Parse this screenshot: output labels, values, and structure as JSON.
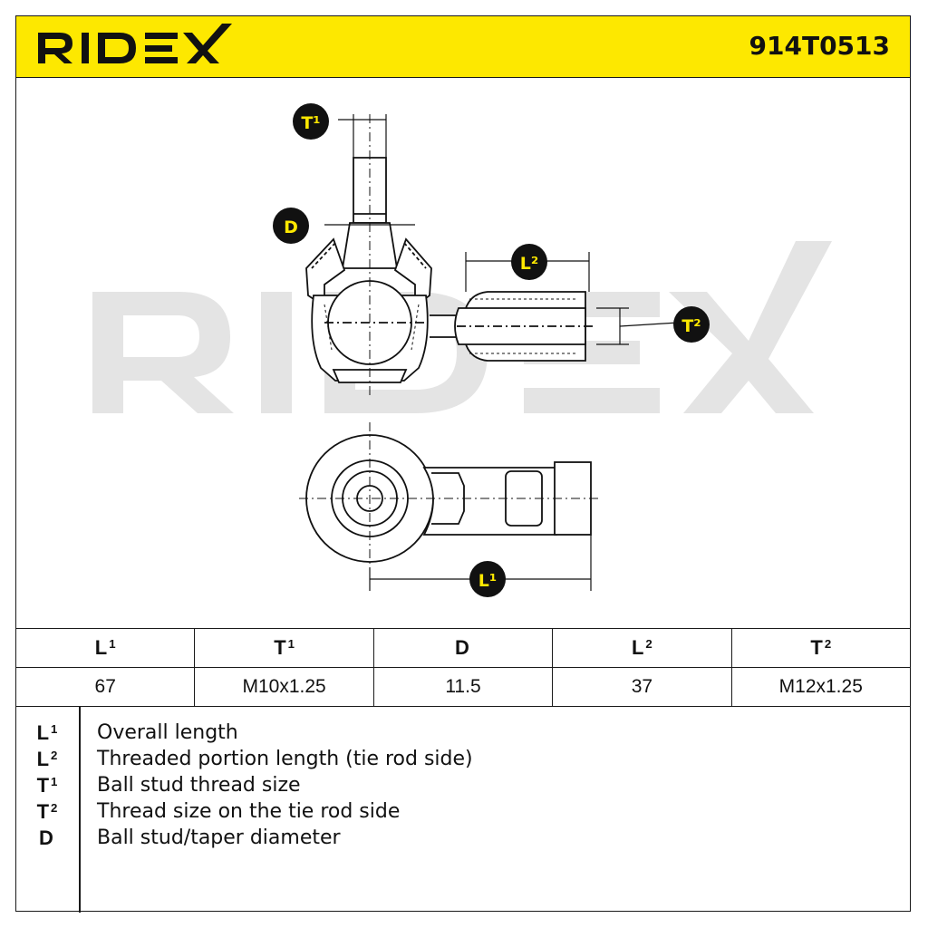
{
  "header": {
    "brand": "RIDEX",
    "part_number": "914T0513",
    "color": "#fde800"
  },
  "drawing": {
    "watermark": "RIDEX",
    "labels": {
      "t1": "T¹",
      "d": "D",
      "l2": "L²",
      "t2": "T²",
      "l1": "L¹"
    }
  },
  "dimensions_table": {
    "headers": [
      {
        "sym": "L",
        "sup": "1"
      },
      {
        "sym": "T",
        "sup": "1"
      },
      {
        "sym": "D",
        "sup": ""
      },
      {
        "sym": "L",
        "sup": "2"
      },
      {
        "sym": "T",
        "sup": "2"
      }
    ],
    "values": [
      "67",
      "M10x1.25",
      "11.5",
      "37",
      "M12x1.25"
    ]
  },
  "legend": [
    {
      "sym": "L",
      "sup": "1",
      "text": "Overall length"
    },
    {
      "sym": "L",
      "sup": "2",
      "text": "Threaded portion length (tie rod side)"
    },
    {
      "sym": "T",
      "sup": "1",
      "text": "Ball stud thread size"
    },
    {
      "sym": "T",
      "sup": "2",
      "text": "Thread size on the tie rod side"
    },
    {
      "sym": "D",
      "sup": "",
      "text": "Ball stud/taper diameter"
    }
  ]
}
